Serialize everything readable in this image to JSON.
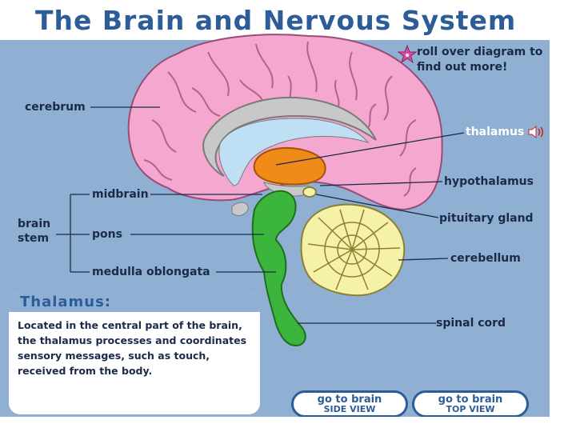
{
  "title": "The Brain and Nervous System",
  "hint": "roll over diagram to find out more!",
  "labels": {
    "cerebrum": "cerebrum",
    "thalamus": "thalamus",
    "hypothalamus": "hypothalamus",
    "midbrain": "midbrain",
    "brain_stem_1": "brain",
    "brain_stem_2": "stem",
    "pons": "pons",
    "pituitary_gland": "pituitary gland",
    "cerebellum": "cerebellum",
    "medulla_oblongata": "medulla oblongata",
    "spinal_cord": "spinal cord"
  },
  "info": {
    "title": "Thalamus:",
    "text": "Located in the central part of the brain, the thalamus processes and coordinates sensory messages, such as touch, received from the body."
  },
  "buttons": {
    "side_line1": "go to brain",
    "side_line2": "SIDE VIEW",
    "top_line1": "go to brain",
    "top_line2": "TOP VIEW"
  },
  "icons": [
    "star-icon",
    "speaker-icon"
  ],
  "colors": {
    "background": "#8fb0d2",
    "title": "#2c5d99",
    "cerebrum": "#f4a8d0",
    "thalamus": "#f08b1a",
    "cerebellum": "#f6f1a8",
    "brain_stem": "#3cb53c",
    "ventricle": "#bfe0f4"
  }
}
